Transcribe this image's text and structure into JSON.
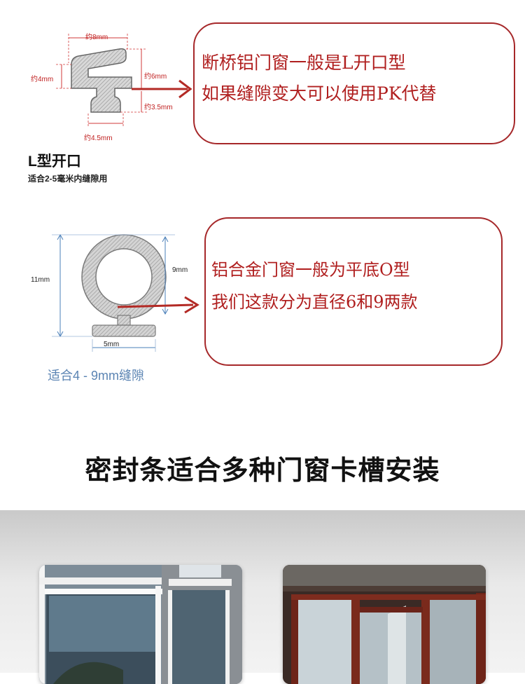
{
  "l_type": {
    "dim_width": "约8mm",
    "dim_height_left": "约4mm",
    "dim_height_right": "约6mm",
    "dim_foot_height": "约3.5mm",
    "dim_foot_width": "约4.5mm",
    "title": "L型开口",
    "subtitle": "适合2-5毫米内缝隙用",
    "callout_line1": "断桥铝门窗一般是L开口型",
    "callout_line2": "如果缝隙变大可以使用PK代替"
  },
  "o_type": {
    "dim_total_height": "11mm",
    "dim_ring_height": "9mm",
    "dim_foot_width": "5mm",
    "caption": "适合4 - 9mm缝隙",
    "callout_line1": "铝合金门窗一般为平底O型",
    "callout_line2": "我们这款分为直径6和9两款"
  },
  "heading": "密封条适合多种门窗卡槽安装",
  "colors": {
    "callout_border": "#a6282a",
    "callout_text": "#b01f1f",
    "arrow": "#b32a25",
    "dimension_red": "#d23a3a",
    "dimension_blue": "#4a7fb8"
  }
}
